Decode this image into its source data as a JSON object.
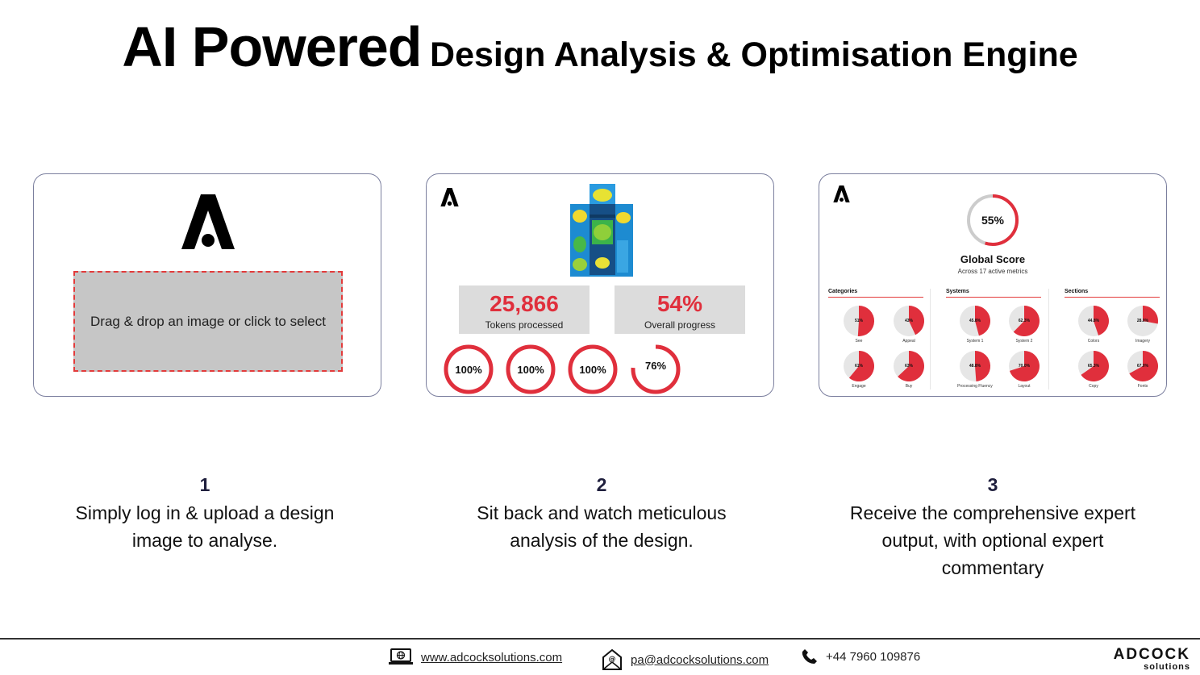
{
  "header": {
    "title_big": "AI Powered",
    "title_small": "Design Analysis & Optimisation Engine"
  },
  "card_upload": {
    "dropzone_text": "Drag & drop an image or click to select"
  },
  "card_progress": {
    "tokens_value": "25,866",
    "tokens_label": "Tokens processed",
    "overall_value": "54%",
    "overall_label": "Overall progress",
    "rings": [
      {
        "label": "100%",
        "progress": 1.0
      },
      {
        "label": "100%",
        "progress": 1.0
      },
      {
        "label": "100%",
        "progress": 1.0
      },
      {
        "label": "76%",
        "progress": 0.76
      }
    ]
  },
  "card_results": {
    "global_value": "55%",
    "global_progress": 0.55,
    "global_title": "Global Score",
    "global_subtitle": "Across 17 active metrics",
    "sections": [
      {
        "heading": "Categories",
        "items": [
          {
            "label": "See",
            "value": "51%",
            "fraction": 0.51
          },
          {
            "label": "Appeal",
            "value": "43%",
            "fraction": 0.43
          },
          {
            "label": "Engage",
            "value": "61%",
            "fraction": 0.61
          },
          {
            "label": "Buy",
            "value": "63%",
            "fraction": 0.63
          }
        ]
      },
      {
        "heading": "Systems",
        "items": [
          {
            "label": "System 1",
            "value": "45.8%",
            "fraction": 0.458
          },
          {
            "label": "System 2",
            "value": "62.3%",
            "fraction": 0.623
          },
          {
            "label": "Processing Fluency",
            "value": "48.8%",
            "fraction": 0.488
          },
          {
            "label": "Layout",
            "value": "70.0%",
            "fraction": 0.7
          }
        ]
      },
      {
        "heading": "Sections",
        "items": [
          {
            "label": "Colors",
            "value": "44.8%",
            "fraction": 0.448
          },
          {
            "label": "Imagery",
            "value": "28.0%",
            "fraction": 0.28
          },
          {
            "label": "Copy",
            "value": "65.3%",
            "fraction": 0.653
          },
          {
            "label": "Fonts",
            "value": "67.0%",
            "fraction": 0.67
          }
        ]
      }
    ]
  },
  "steps": [
    {
      "num": "1",
      "desc": "Simply log in & upload a design image to analyse."
    },
    {
      "num": "2",
      "desc": "Sit back and watch meticulous analysis of the design."
    },
    {
      "num": "3",
      "desc": "Receive the comprehensive expert output, with optional expert commentary"
    }
  ],
  "footer": {
    "website": "www.adcocksolutions.com",
    "email": "pa@adcocksolutions.com",
    "phone": "+44 7960 109876",
    "brand_top": "ADCOCK",
    "brand_bottom": "solutions"
  },
  "colors": {
    "accent": "#e02f3c",
    "ring_bg": "#cccccc",
    "pie_bg": "#e6e6e6"
  }
}
